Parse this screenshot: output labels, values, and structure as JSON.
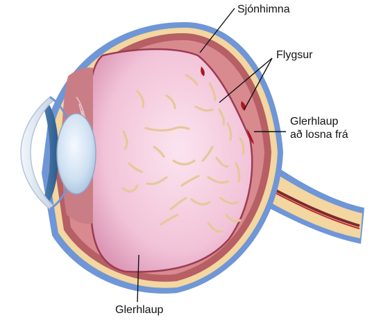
{
  "labels": {
    "retina": "Sjónhimna",
    "floaters": "Flygsur",
    "detachment_line1": "Glerhlaup",
    "detachment_line2": "að losna frá",
    "vitreous": "Glerhlaup"
  },
  "colors": {
    "sclera": "#6f96d6",
    "choroid": "#b65f64",
    "retina": "#f3d6a0",
    "vitreous": "#f3c9dc",
    "strands": "#e7c79a",
    "lens": "#cfe0f2",
    "cornea": "#dfe8f2",
    "blood": "#a9161f"
  }
}
